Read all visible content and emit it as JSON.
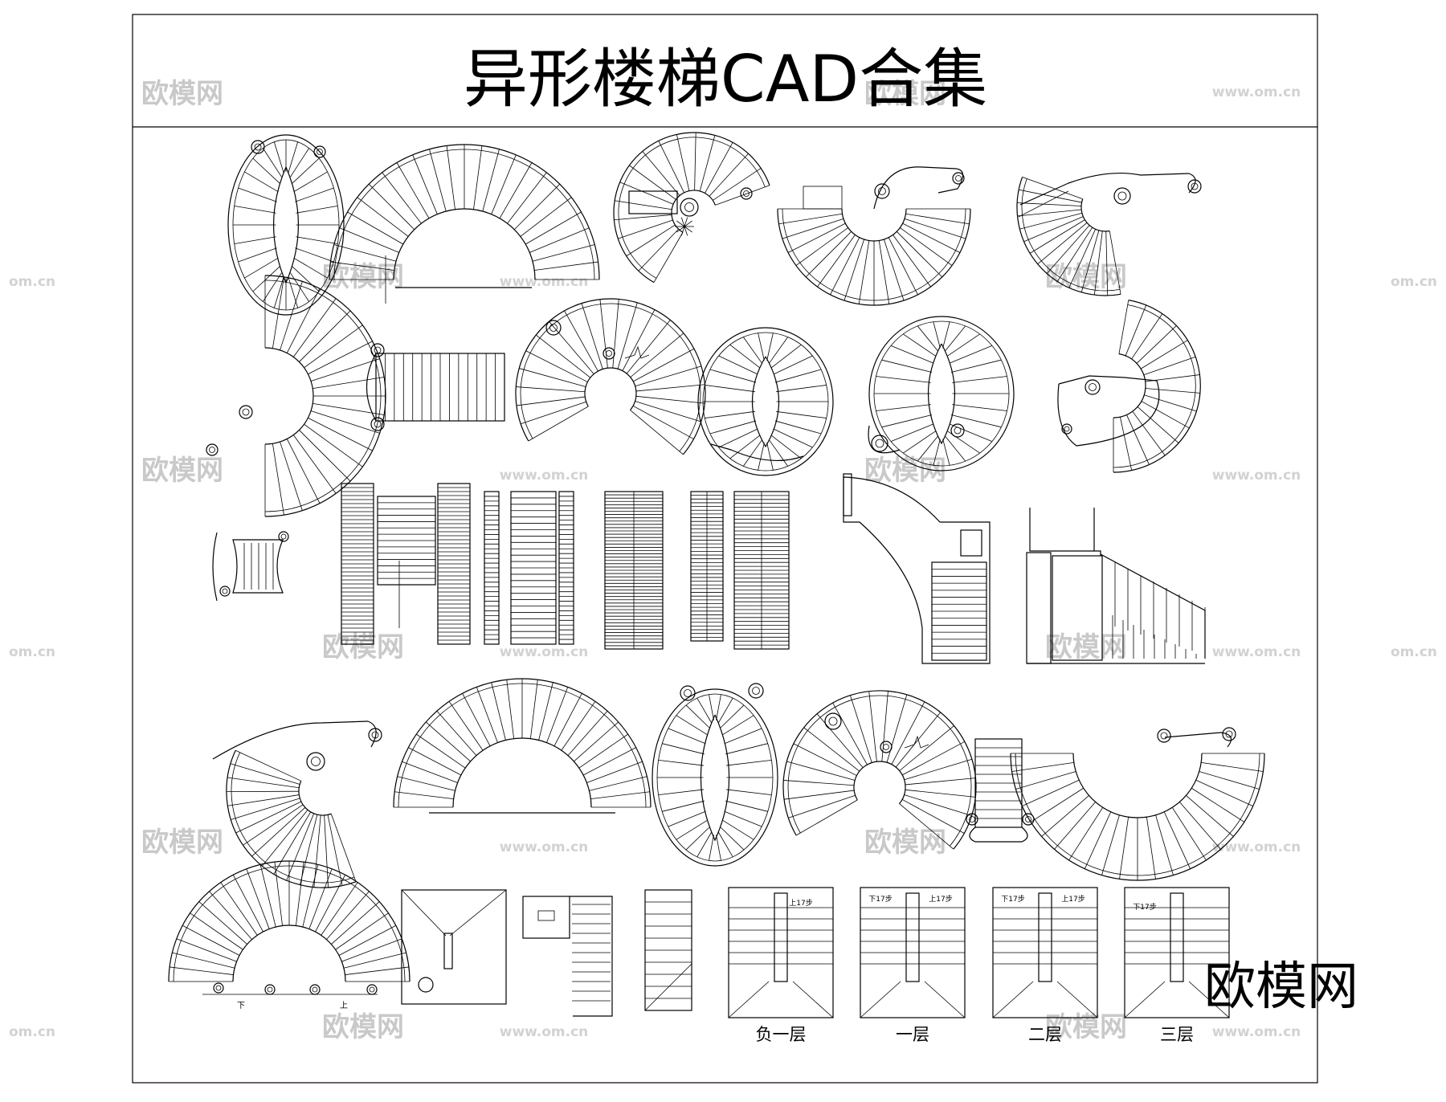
{
  "title": "异形楼梯CAD合集",
  "brand": "欧模网",
  "watermark": {
    "text": "欧模网",
    "url": "www.om.cn",
    "url_partial": "om.cn"
  },
  "stair_labels": {
    "up": "上",
    "down": "下"
  },
  "plan_labels": {
    "up17": "上17步",
    "down17": "下17步",
    "floors": [
      "负一层",
      "一层",
      "二层",
      "三层"
    ]
  }
}
